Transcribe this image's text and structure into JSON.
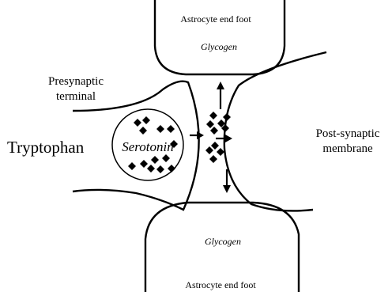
{
  "labels": {
    "astrocyte_top": "Astrocyte end foot",
    "glycogen_top": "Glycogen",
    "presynaptic_line1": "Presynaptic",
    "presynaptic_line2": "terminal",
    "tryptophan": "Tryptophan",
    "serotonin": "Serotonin",
    "postsynaptic_line1": "Post-synaptic",
    "postsynaptic_line2": "membrane",
    "glycogen_bottom": "Glycogen",
    "astrocyte_bottom": "Astrocyte end foot"
  },
  "colors": {
    "stroke": "#000000",
    "background": "#ffffff"
  }
}
